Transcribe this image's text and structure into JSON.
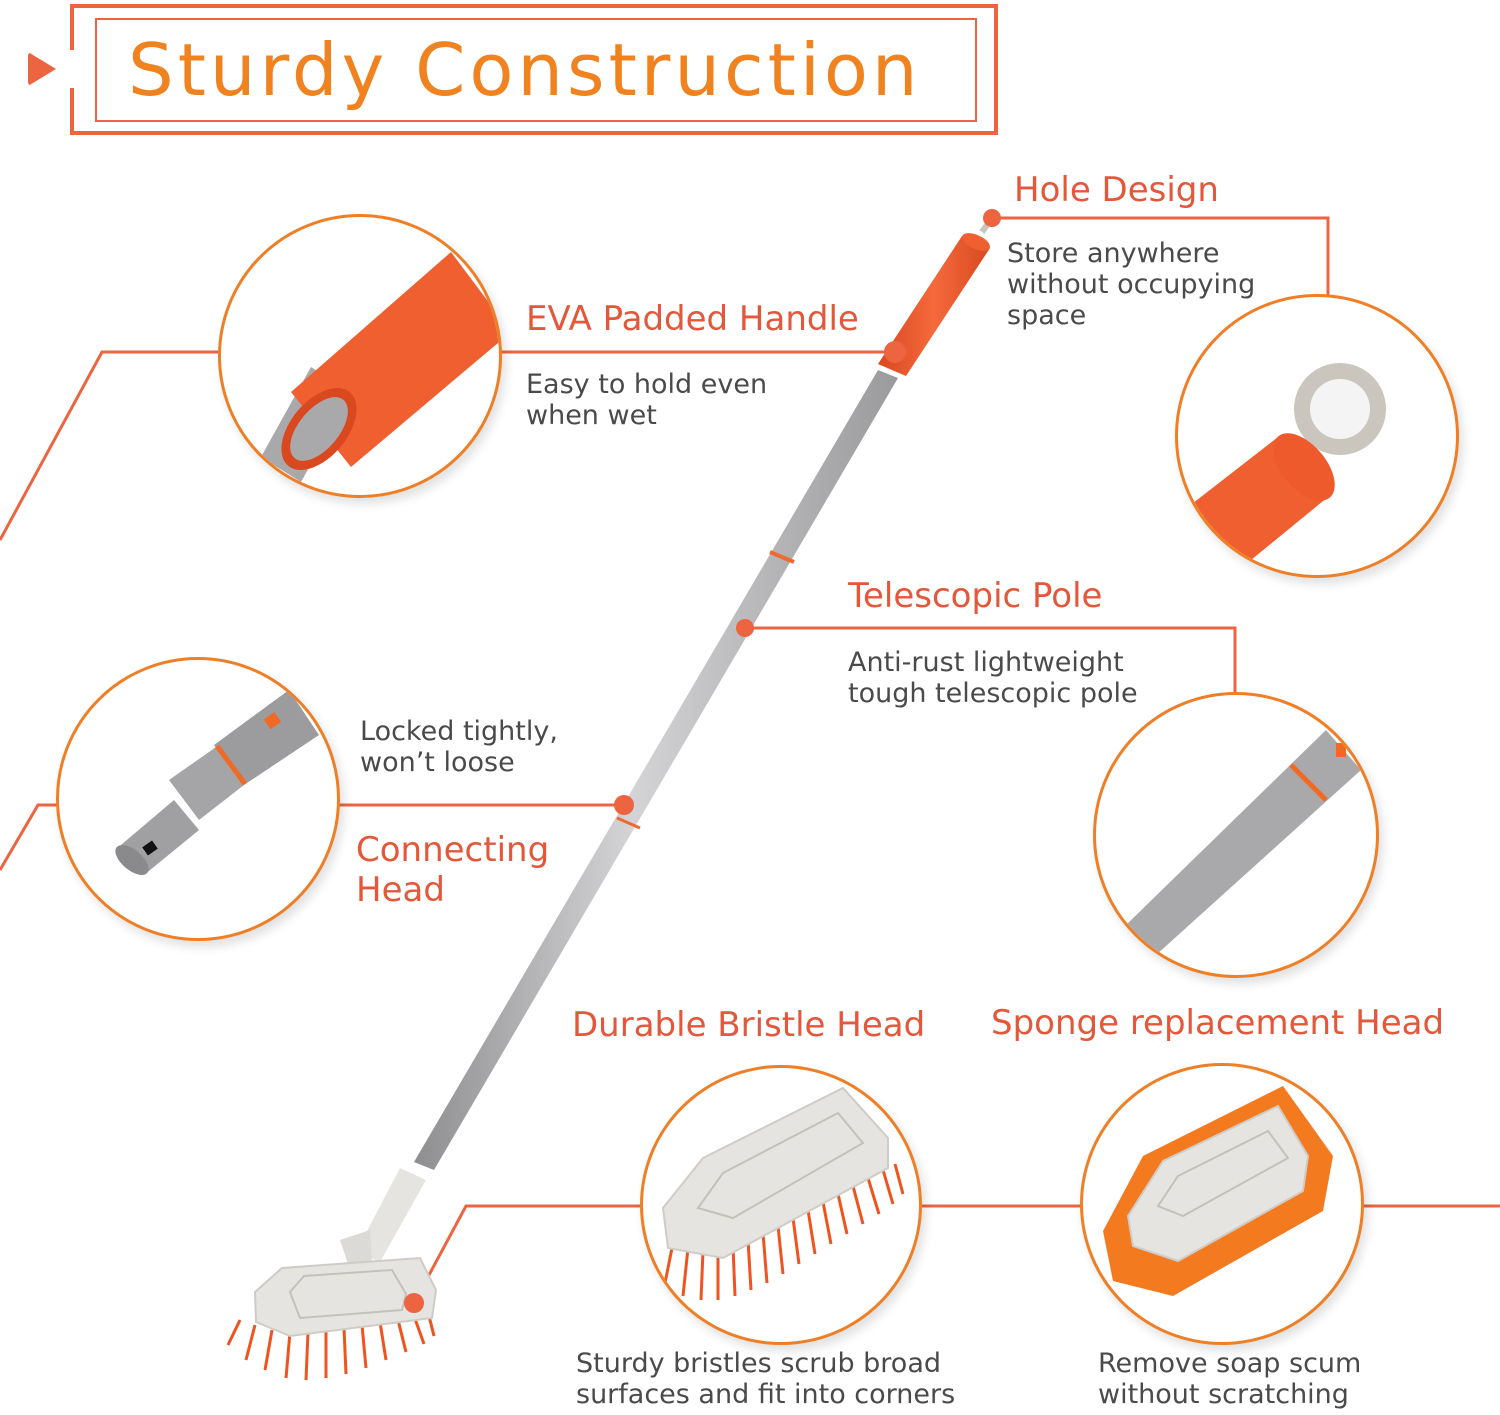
{
  "title": {
    "text": "Sturdy  Construction",
    "color": "#f08320",
    "frame_color": "#ec6440"
  },
  "features": {
    "hole_design": {
      "heading": "Hole Design",
      "desc_lines": [
        "Store anywhere",
        "without occupying",
        "space"
      ]
    },
    "eva_handle": {
      "heading": "EVA Padded Handle",
      "desc_lines": [
        "Easy to hold even",
        "when wet"
      ]
    },
    "telescopic_pole": {
      "heading": "Telescopic  Pole",
      "desc_lines": [
        "Anti-rust lightweight",
        "tough telescopic pole"
      ]
    },
    "connecting_head": {
      "heading_lines": [
        "Connecting",
        "Head"
      ],
      "desc_lines": [
        "Locked tightly,",
        "won’t loose"
      ]
    },
    "bristle_head": {
      "heading": "Durable Bristle Head",
      "desc_lines": [
        "Sturdy bristles scrub broad",
        "surfaces and fit into corners"
      ]
    },
    "sponge_head": {
      "heading": "Sponge replacement Head",
      "desc_lines": [
        "Remove soap scum",
        "without scratching"
      ]
    }
  },
  "colors": {
    "accent_orange": "#ec6440",
    "circle_border": "#ef7f27",
    "heading_text": "#e4573a",
    "body_text": "#4a4a4a",
    "pole_gray": "#a9a9ab",
    "handle_orange": "#f05f30",
    "head_white": "#e6e4e0"
  }
}
